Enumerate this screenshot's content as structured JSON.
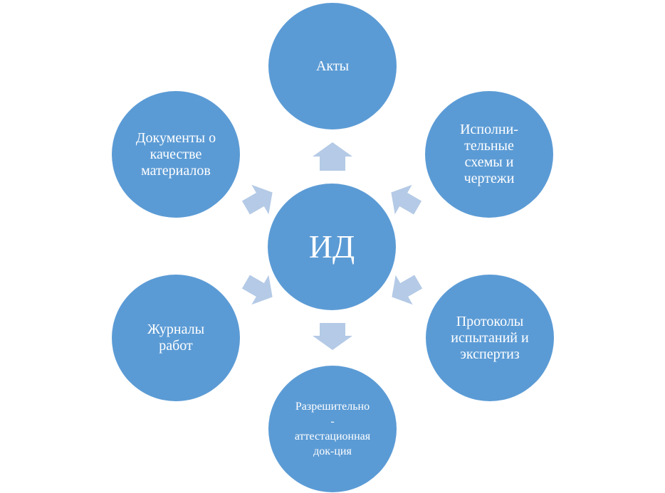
{
  "diagram": {
    "center": {
      "label": "ИД"
    },
    "nodes": {
      "top": {
        "label": "Акты"
      },
      "upper_right": {
        "label": "Исполни-\nтельные\nсхемы и\nчертежи"
      },
      "lower_right": {
        "label": "Протоколы\nиспытаний и\nэкспертиз"
      },
      "bottom": {
        "label": "Разрешительно\n-\nаттестационная\nдок-ция"
      },
      "lower_left": {
        "label": "Журналы\nработ"
      },
      "upper_left": {
        "label": "Документы о\nкачестве\nматериалов"
      }
    },
    "colors": {
      "circle": "#5b9bd5",
      "arrow": "#b4cae6",
      "text": "#ffffff"
    }
  }
}
